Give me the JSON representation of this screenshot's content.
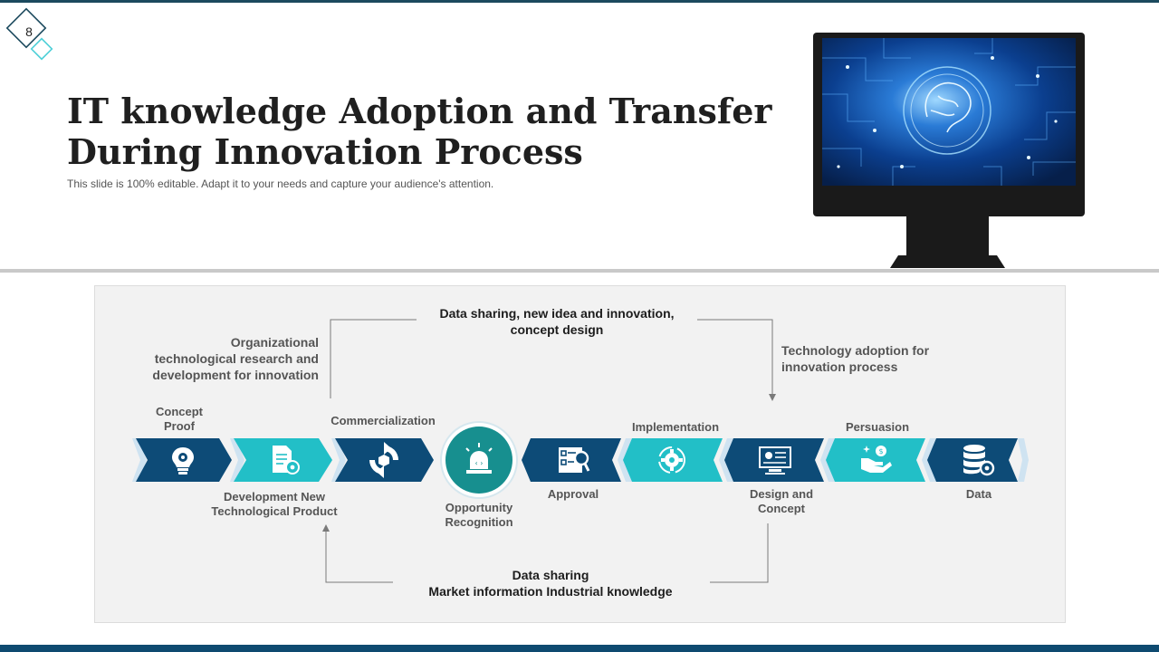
{
  "page_number": "8",
  "title_line1": "IT knowledge Adoption and Transfer",
  "title_line2": "During Innovation Process",
  "subtitle": "This slide is 100% editable. Adapt it to your needs and capture your audience's attention.",
  "notes": {
    "top_center_line1": "Data sharing, new  idea and innovation,",
    "top_center_line2": "concept design",
    "top_left_line1": "Organizational",
    "top_left_line2": "technological research and",
    "top_left_line3": "development for innovation",
    "top_right_line1": "Technology adoption for",
    "top_right_line2": "innovation process",
    "bottom_center_line1": "Data sharing",
    "bottom_center_line2": "Market information Industrial knowledge"
  },
  "steps": [
    {
      "label_line1": "Concept",
      "label_line2": "Proof",
      "icon": "lightbulb-gear-icon",
      "color": "#0d4b77"
    },
    {
      "label_line1": "Development New",
      "label_line2": "Technological Product",
      "icon": "document-gear-icon",
      "color": "#22bfc7"
    },
    {
      "label_line1": "Commercialization",
      "label_line2": "",
      "icon": "cycle-arrows-icon",
      "color": "#0d4b77"
    },
    {
      "label_line1": "Opportunity",
      "label_line2": "Recognition",
      "icon": "alarm-light-icon",
      "color": "#178f8f"
    },
    {
      "label_line1": "Approval",
      "label_line2": "",
      "icon": "checklist-magnifier-icon",
      "color": "#0d4b77"
    },
    {
      "label_line1": "Implementation",
      "label_line2": "",
      "icon": "gear-refresh-icon",
      "color": "#22bfc7"
    },
    {
      "label_line1": "Design and",
      "label_line2": "Concept",
      "icon": "monitor-design-icon",
      "color": "#0d4b77"
    },
    {
      "label_line1": "Persuasion",
      "label_line2": "",
      "icon": "hand-money-icon",
      "color": "#22bfc7"
    },
    {
      "label_line1": "Data",
      "label_line2": "",
      "icon": "database-gear-icon",
      "color": "#0d4b77"
    }
  ],
  "colors": {
    "navy": "#0d4b77",
    "teal": "#22bfc7",
    "dark_teal": "#178f8f",
    "panel": "#f2f2f2"
  }
}
